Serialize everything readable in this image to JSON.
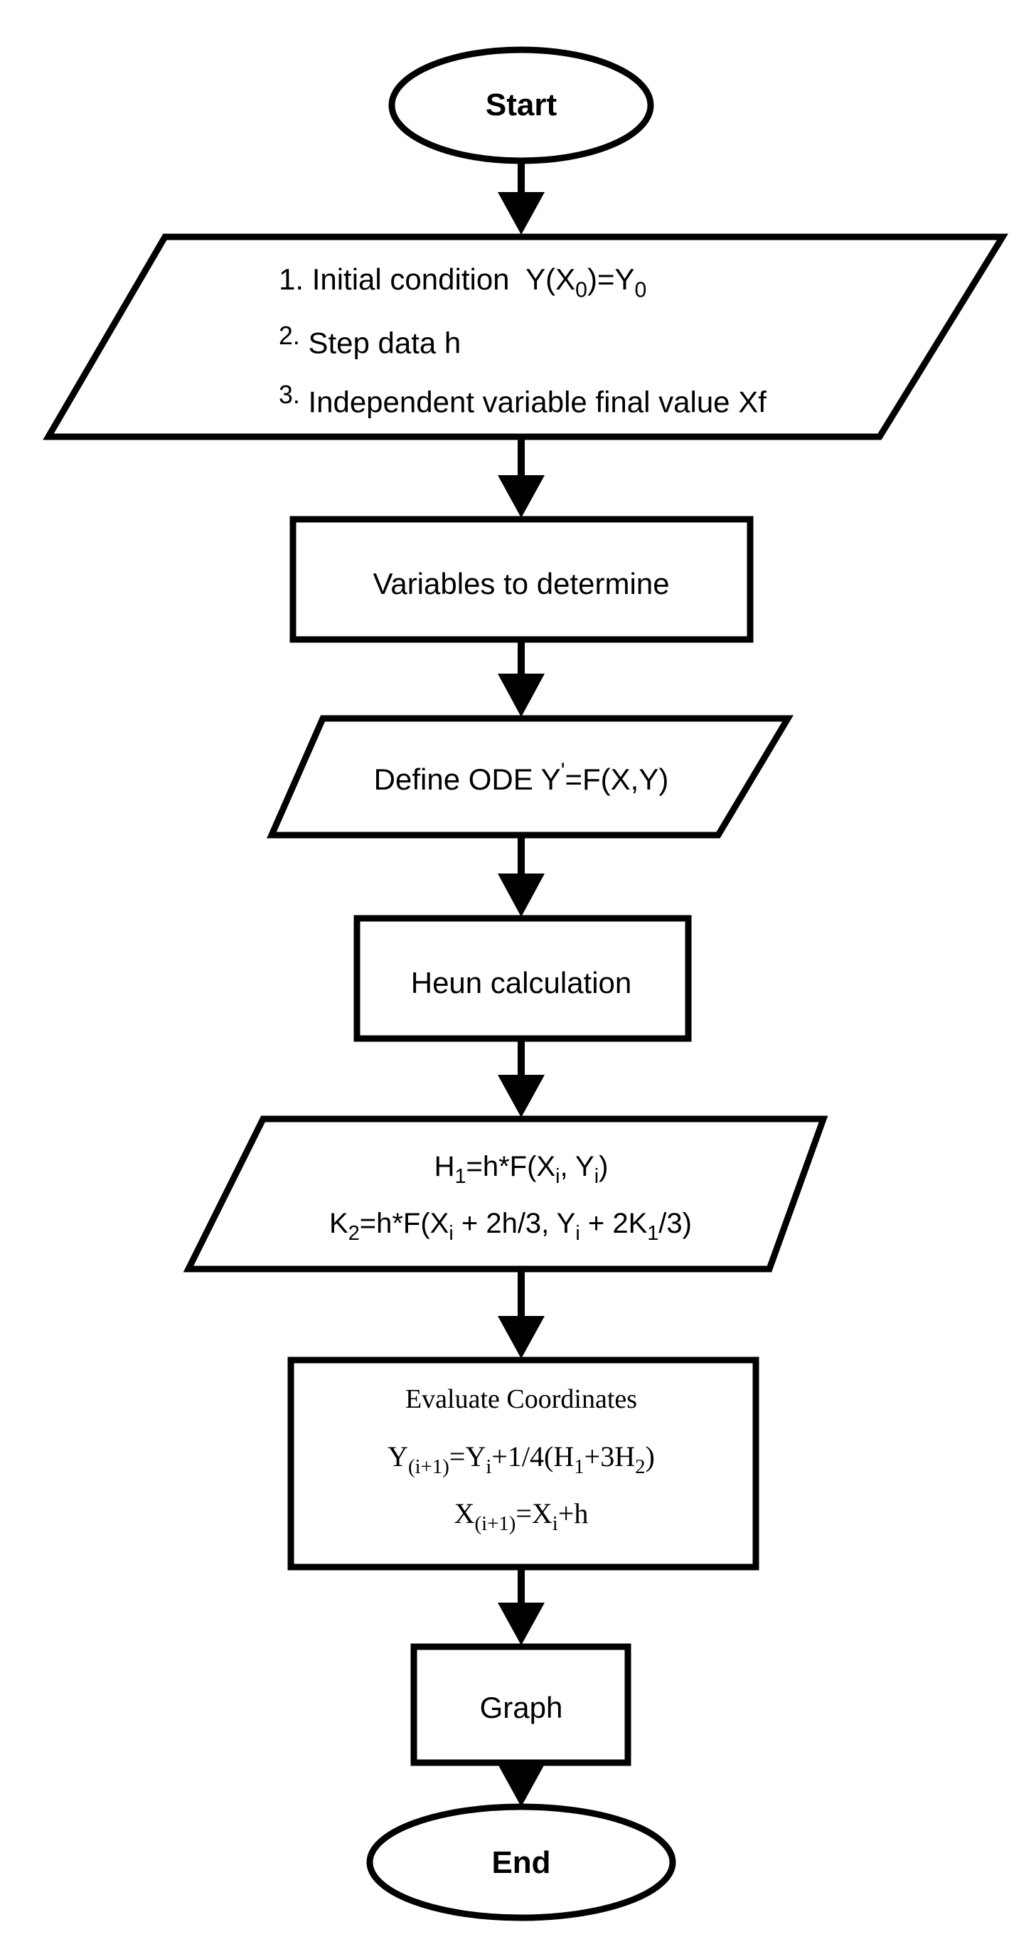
{
  "start": {
    "label": "Start"
  },
  "input1": {
    "item1_num": "1.",
    "item1_text": "Initial condition",
    "item1_formula_a": "Y(X",
    "item1_formula_sub": "0",
    "item1_formula_b": ")=Y",
    "item1_formula_sub2": "0",
    "item2_num": "2.",
    "item2_text": "Step data h",
    "item3_num": "3.",
    "item3_text": "Independent variable final value Xf"
  },
  "process1": {
    "label": "Variables to determine"
  },
  "input2": {
    "label_a": "Define ODE Y",
    "label_prime": "'",
    "label_b": "=F(X,Y)"
  },
  "process2": {
    "label": "Heun calculation"
  },
  "input3": {
    "line1_a": "H",
    "line1_s1": "1",
    "line1_b": "=h*F(X",
    "line1_s2": "i",
    "line1_c": ", Y",
    "line1_s3": "i",
    "line1_d": ")",
    "line2_a": "K",
    "line2_s1": "2",
    "line2_b": "=h*F(X",
    "line2_s2": "i",
    "line2_c": " + 2h/3, Y",
    "line2_s3": "i",
    "line2_d": " + 2K",
    "line2_s4": "1",
    "line2_e": "/3)"
  },
  "process3": {
    "title": "Evaluate Coordinates",
    "line1_a": "Y",
    "line1_s1": "(i+1)",
    "line1_b": "=Y",
    "line1_s2": "i",
    "line1_c": "+1/4(H",
    "line1_s3": "1",
    "line1_d": "+3H",
    "line1_s4": "2",
    "line1_e": ")",
    "line2_a": "X",
    "line2_s1": "(i+1)",
    "line2_b": "=X",
    "line2_s2": "i",
    "line2_c": "+h"
  },
  "process4": {
    "label": "Graph"
  },
  "end": {
    "label": "End"
  }
}
